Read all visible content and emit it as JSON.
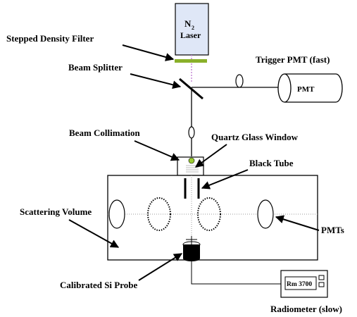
{
  "labels": {
    "stepped_density_filter": "Stepped Density Filter",
    "beam_splitter": "Beam Splitter",
    "trigger_pmt": "Trigger PMT (fast)",
    "beam_collimation": "Beam Collimation",
    "quartz_glass_window": "Quartz Glass Window",
    "black_tube": "Black Tube",
    "scattering_volume": "Scattering Volume",
    "pmts": "PMTs",
    "calibrated_si_probe": "Calibrated Si Probe",
    "radiometer": "Radiometer (slow)"
  },
  "laser": {
    "line1": "N",
    "subscript": "2",
    "line2": "Laser"
  },
  "pmt_box": "PMT",
  "radiometer_display": "Rm 3700",
  "colors": {
    "laser_fill": "#dfe7f7",
    "filter": "#8ab02a",
    "beam": "#c58ad6",
    "collimator_dot": "#9bcc33",
    "hatch": "#bfbfbf",
    "line": "#000000"
  }
}
